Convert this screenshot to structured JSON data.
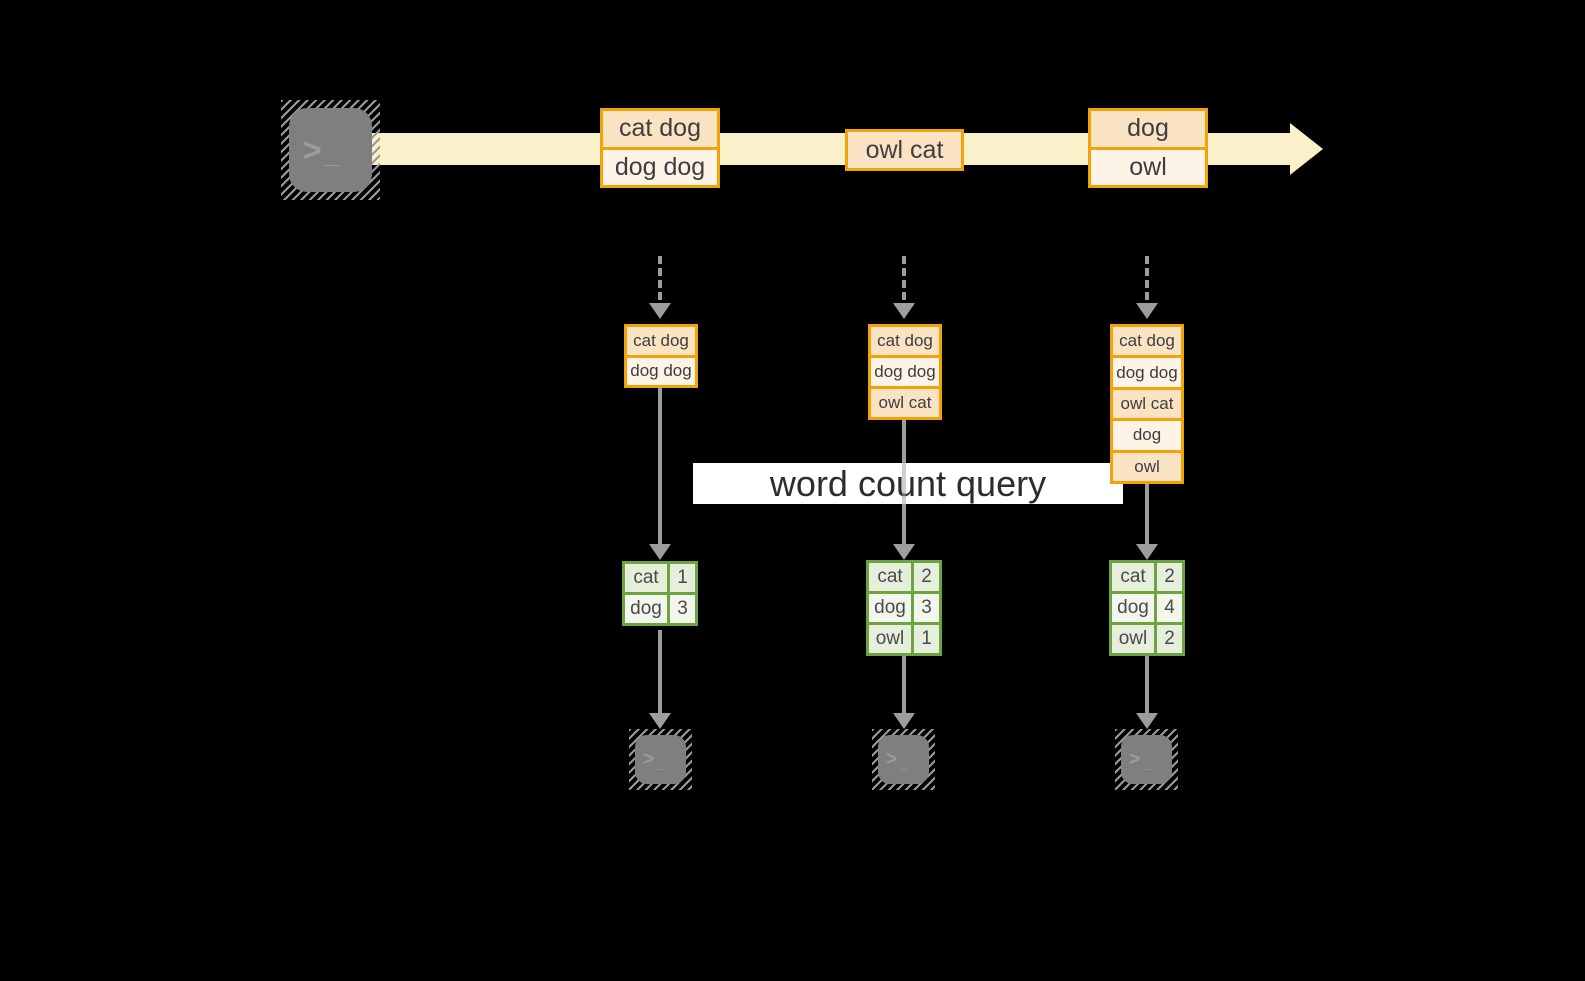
{
  "palette": {
    "background": "#000000",
    "stream_yellow": "#FAF1CA",
    "orange_border": "#F0A40A",
    "peach_fill": "#FAE3C3",
    "cream_fill": "#FDF3E7",
    "green_border": "#6EA440",
    "green_cell_dark": "#E6EEDC",
    "green_cell_light": "#F2F6EC",
    "arrow_gray": "#9D9D9C",
    "terminal_gray": "#7F7F7F",
    "query_band_bg": "#FFFFFF",
    "text_dark": "#3E3D40"
  },
  "icons": {
    "prompt_chevron": ">",
    "prompt_underscore": "_"
  },
  "stream": {
    "batches": [
      {
        "rows": [
          "cat dog",
          "dog dog"
        ]
      },
      {
        "rows": [
          "owl cat"
        ]
      },
      {
        "rows": [
          "dog",
          "owl"
        ]
      }
    ]
  },
  "query_band": {
    "label": "word count query"
  },
  "columns": [
    {
      "state_rows": [
        "cat dog",
        "dog dog"
      ],
      "word_counts": [
        {
          "word": "cat",
          "count": "1"
        },
        {
          "word": "dog",
          "count": "3"
        }
      ]
    },
    {
      "state_rows": [
        "cat dog",
        "dog dog",
        "owl cat"
      ],
      "word_counts": [
        {
          "word": "cat",
          "count": "2"
        },
        {
          "word": "dog",
          "count": "3"
        },
        {
          "word": "owl",
          "count": "1"
        }
      ]
    },
    {
      "state_rows": [
        "cat dog",
        "dog dog",
        "owl cat",
        "dog",
        "owl"
      ],
      "word_counts": [
        {
          "word": "cat",
          "count": "2"
        },
        {
          "word": "dog",
          "count": "4"
        },
        {
          "word": "owl",
          "count": "2"
        }
      ]
    }
  ]
}
